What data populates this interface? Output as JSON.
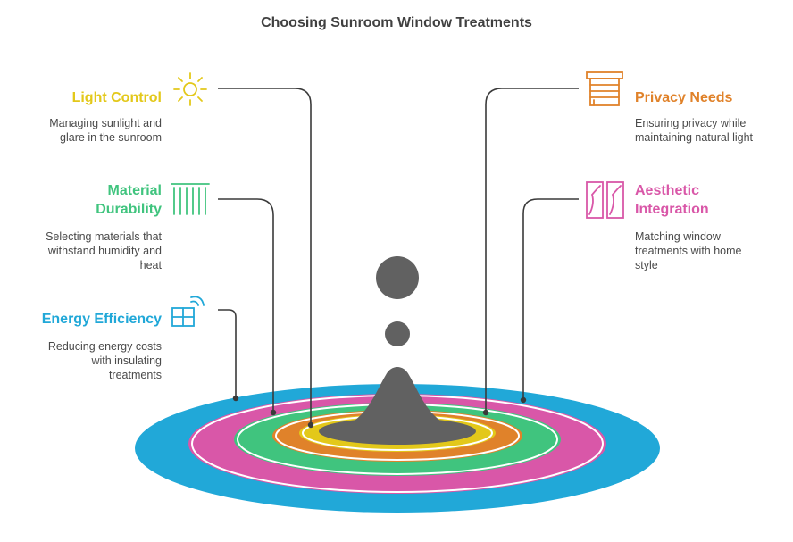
{
  "title": "Choosing Sunroom Window Treatments",
  "colors": {
    "yellow": "#e3c81a",
    "green": "#40c47e",
    "blue": "#21a8d8",
    "orange": "#e0822a",
    "pink": "#d957a8",
    "grey": "#616161",
    "line": "#3a3a3a"
  },
  "items": {
    "light_control": {
      "title": "Light Control",
      "desc": [
        "Managing sunlight and",
        "glare in the sunroom"
      ],
      "icon": "sun-icon"
    },
    "material_durability": {
      "title": [
        "Material",
        "Durability"
      ],
      "desc": [
        "Selecting materials that",
        "withstand humidity and",
        "heat"
      ],
      "icon": "curtain-rod-icon"
    },
    "energy_efficiency": {
      "title": "Energy Efficiency",
      "desc": [
        "Reducing energy costs",
        "with insulating",
        "treatments"
      ],
      "icon": "smart-window-icon"
    },
    "privacy_needs": {
      "title": "Privacy Needs",
      "desc": [
        "Ensuring privacy while",
        "maintaining natural light"
      ],
      "icon": "roller-blind-icon"
    },
    "aesthetic_integration": {
      "title": [
        "Aesthetic",
        "Integration"
      ],
      "desc": [
        "Matching window",
        "treatments with home",
        "style"
      ],
      "icon": "window-curtains-icon"
    }
  }
}
